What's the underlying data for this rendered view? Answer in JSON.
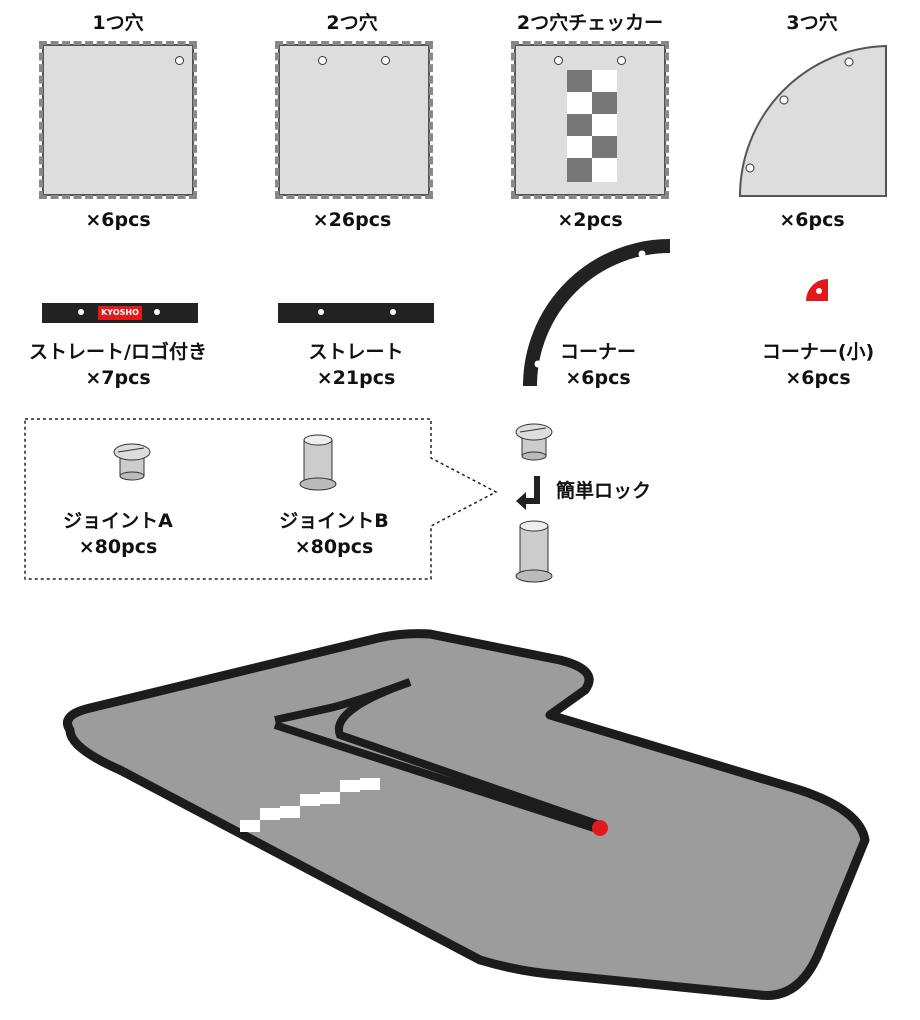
{
  "tiles": [
    {
      "name": "1つ穴",
      "qty": "×6pcs"
    },
    {
      "name": "2つ穴",
      "qty": "×26pcs"
    },
    {
      "name": "2つ穴チェッカー",
      "qty": "×2pcs"
    },
    {
      "name": "3つ穴",
      "qty": "×6pcs"
    }
  ],
  "walls": [
    {
      "name": "ストレート/ロゴ付き",
      "qty": "×7pcs",
      "logo": "KYOSHO"
    },
    {
      "name": "ストレート",
      "qty": "×21pcs"
    },
    {
      "name": "コーナー",
      "qty": "×6pcs"
    },
    {
      "name": "コーナー(小)",
      "qty": "×6pcs"
    }
  ],
  "joints": [
    {
      "name": "ジョイントA",
      "qty": "×80pcs"
    },
    {
      "name": "ジョイントB",
      "qty": "×80pcs"
    }
  ],
  "lock_label": "簡単ロック",
  "colors": {
    "wall": "#222222",
    "accent": "#e0191b",
    "tile": "#dcdcdc",
    "track": "#9c9c9c"
  }
}
